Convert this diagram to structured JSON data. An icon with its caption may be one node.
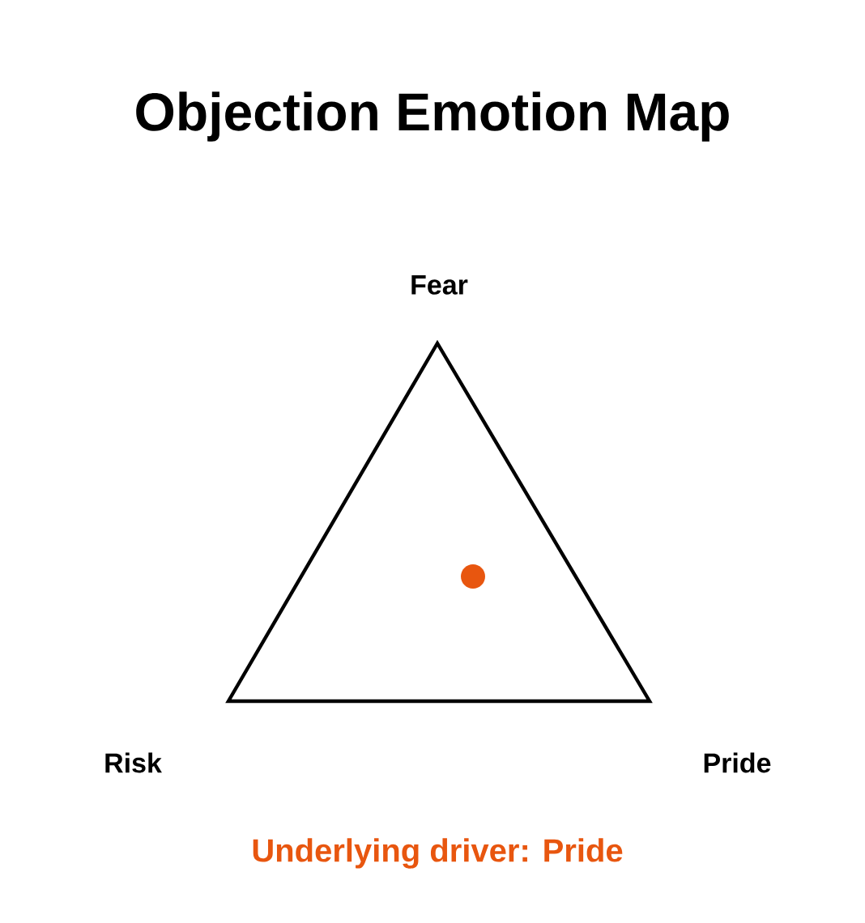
{
  "diagram": {
    "title": "Objection Emotion Map",
    "labels": [
      "Fear",
      "Risk",
      "Pride"
    ],
    "caption": "Underlying driver: Pride"
  }
}
